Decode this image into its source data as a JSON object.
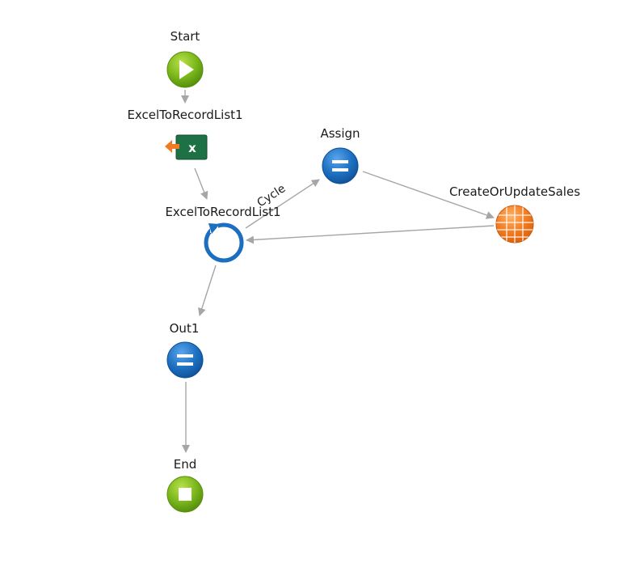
{
  "flow": {
    "nodes": {
      "start": {
        "label": "Start",
        "icon": "play-icon"
      },
      "excel": {
        "label": "ExcelToRecordList1",
        "icon": "excel-import-icon"
      },
      "loop": {
        "label": "ExcelToRecordList1",
        "icon": "loop-icon"
      },
      "assign": {
        "label": "Assign",
        "icon": "assign-icon"
      },
      "create": {
        "label": "CreateOrUpdateSales",
        "icon": "entity-grid-icon"
      },
      "out1": {
        "label": "Out1",
        "icon": "assign-icon"
      },
      "end": {
        "label": "End",
        "icon": "stop-icon"
      }
    },
    "edges": {
      "cycle_label": "Cycle"
    },
    "colors": {
      "green": "#6aaa0e",
      "blue": "#1c6fc0",
      "orange": "#f07b22",
      "excel_green": "#1e7145",
      "arrow": "#a6a6a6"
    }
  }
}
